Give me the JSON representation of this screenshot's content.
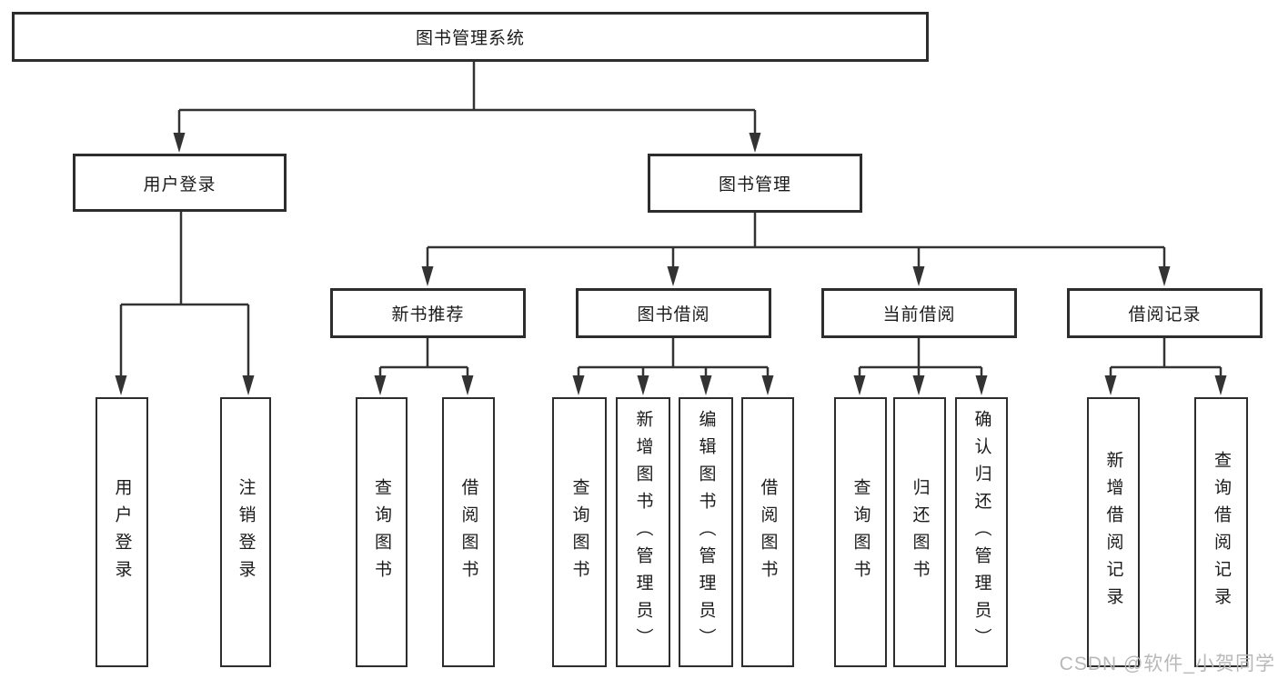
{
  "diagram": {
    "root": {
      "label": "图书管理系统"
    },
    "branches": [
      {
        "label": "用户登录",
        "leaves": [
          {
            "label": "用户登录"
          },
          {
            "label": "注销登录"
          }
        ]
      },
      {
        "label": "图书管理",
        "groups": [
          {
            "label": "新书推荐",
            "leaves": [
              {
                "label": "查询图书"
              },
              {
                "label": "借阅图书"
              }
            ]
          },
          {
            "label": "图书借阅",
            "leaves": [
              {
                "label": "查询图书"
              },
              {
                "label": "新增图书（管理员）"
              },
              {
                "label": "编辑图书（管理员）"
              },
              {
                "label": "借阅图书"
              }
            ]
          },
          {
            "label": "当前借阅",
            "leaves": [
              {
                "label": "查询图书"
              },
              {
                "label": "归还图书"
              },
              {
                "label": "确认归还（管理员）"
              }
            ]
          },
          {
            "label": "借阅记录",
            "leaves": [
              {
                "label": "新增借阅记录"
              },
              {
                "label": "查询借阅记录"
              }
            ]
          }
        ]
      }
    ]
  },
  "watermark": {
    "text": "CSDN @软件_小贺同学"
  },
  "colors": {
    "line": "#333333",
    "border": "#2d2d2d",
    "text": "#1b1b1b",
    "watermark": "#b5b5b5",
    "background": "#ffffff"
  }
}
